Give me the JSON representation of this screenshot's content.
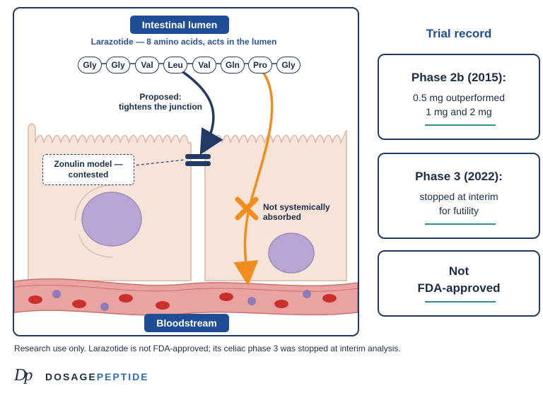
{
  "diagram": {
    "lumen_label": "Intestinal lumen",
    "peptide_caption": "Larazotide — 8 amino acids, acts in the lumen",
    "amino_acids": [
      "Gly",
      "Gly",
      "Val",
      "Leu",
      "Val",
      "Gln",
      "Pro",
      "Gly"
    ],
    "proposed_label": "Proposed:\ntightens the junction",
    "zonulin_label": "Zonulin model —\ncontested",
    "not_absorbed_label": "Not systemically\nabsorbed",
    "bloodstream_label": "Bloodstream",
    "colors": {
      "navy": "#223a66",
      "blue_label": "#1f4e96",
      "orange": "#f28c1e",
      "cell_fill": "#f7e4d8",
      "nucleus": "#b9a6d3",
      "vessel": "#e9a3a0",
      "rbc": "#c9302c"
    }
  },
  "trial_record": {
    "title": "Trial record",
    "cards": [
      {
        "title": "Phase 2b (2015):",
        "body": "0.5 mg outperformed\n1 mg and 2 mg"
      },
      {
        "title": "Phase 3 (2022):",
        "body": "stopped at interim\nfor futility"
      },
      {
        "title": "Not\nFDA-approved",
        "body": ""
      }
    ],
    "rule_color": "#2f8f8a"
  },
  "disclaimer": "Research use only. Larazotide is not FDA-approved; its celiac phase 3 was stopped at interim analysis.",
  "brand": {
    "mark": "Dp",
    "name_part1": "DOSAGE",
    "name_part2": "PEPTIDE"
  }
}
